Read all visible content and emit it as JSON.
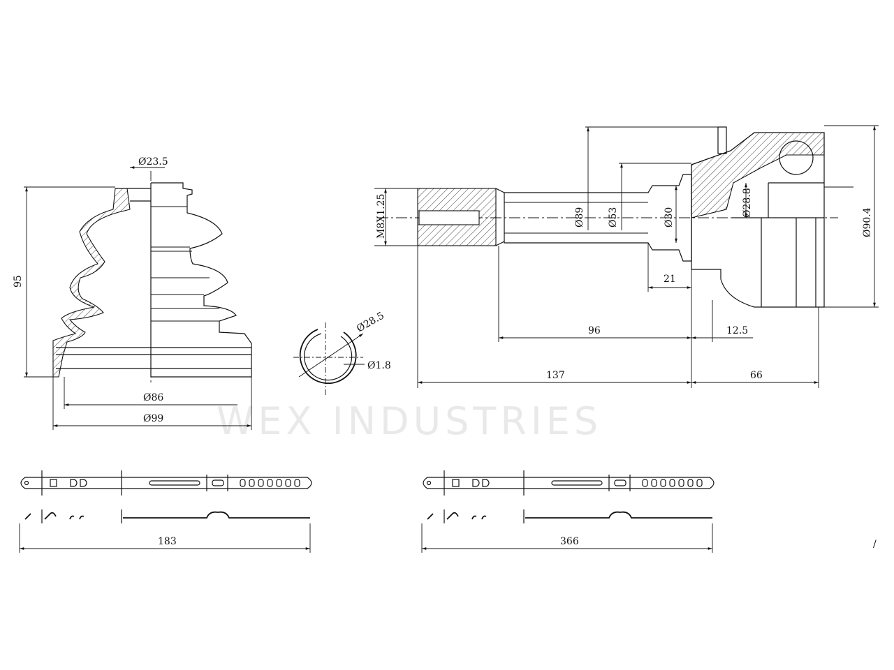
{
  "watermark": "WEX INDUSTRIES",
  "boot": {
    "dia_small": "Ø23.5",
    "height": "95",
    "dia_mid": "Ø86",
    "dia_large": "Ø99"
  },
  "ring": {
    "dia": "Ø28.5",
    "wire": "Ø1.8"
  },
  "joint": {
    "thread": "M8X1.25",
    "d89": "Ø89",
    "d53": "Ø53",
    "d30": "Ø30",
    "d28_8": "Ø28.8",
    "d90_4": "Ø90.4",
    "l21": "21",
    "l96": "96",
    "l12_5": "12.5",
    "l137": "137",
    "l66": "66"
  },
  "clamps": {
    "small_length": "183",
    "large_length": "366"
  },
  "corner_mark": "/"
}
